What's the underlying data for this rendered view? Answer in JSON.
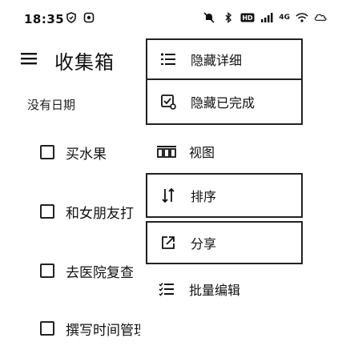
{
  "status_bar": {
    "time": "18:35",
    "network_text": "4G"
  },
  "app_bar": {
    "menu_icon": "hamburger-menu-icon",
    "title": "收集箱"
  },
  "section": {
    "header": "没有日期"
  },
  "tasks": [
    {
      "label": "买水果"
    },
    {
      "label": "和女朋友打"
    },
    {
      "label": "去医院复查"
    },
    {
      "label": "撰写时间管理私教推文"
    }
  ],
  "menu": {
    "items": [
      {
        "label": "隐藏详细",
        "icon": "list-details-icon"
      },
      {
        "label": "隐藏已完成",
        "icon": "checklist-done-icon"
      },
      {
        "label": "视图",
        "icon": "view-icon"
      },
      {
        "label": "排序",
        "icon": "sort-icon"
      },
      {
        "label": "分享",
        "icon": "share-icon"
      },
      {
        "label": "批量编辑",
        "icon": "batch-edit-icon"
      }
    ]
  }
}
